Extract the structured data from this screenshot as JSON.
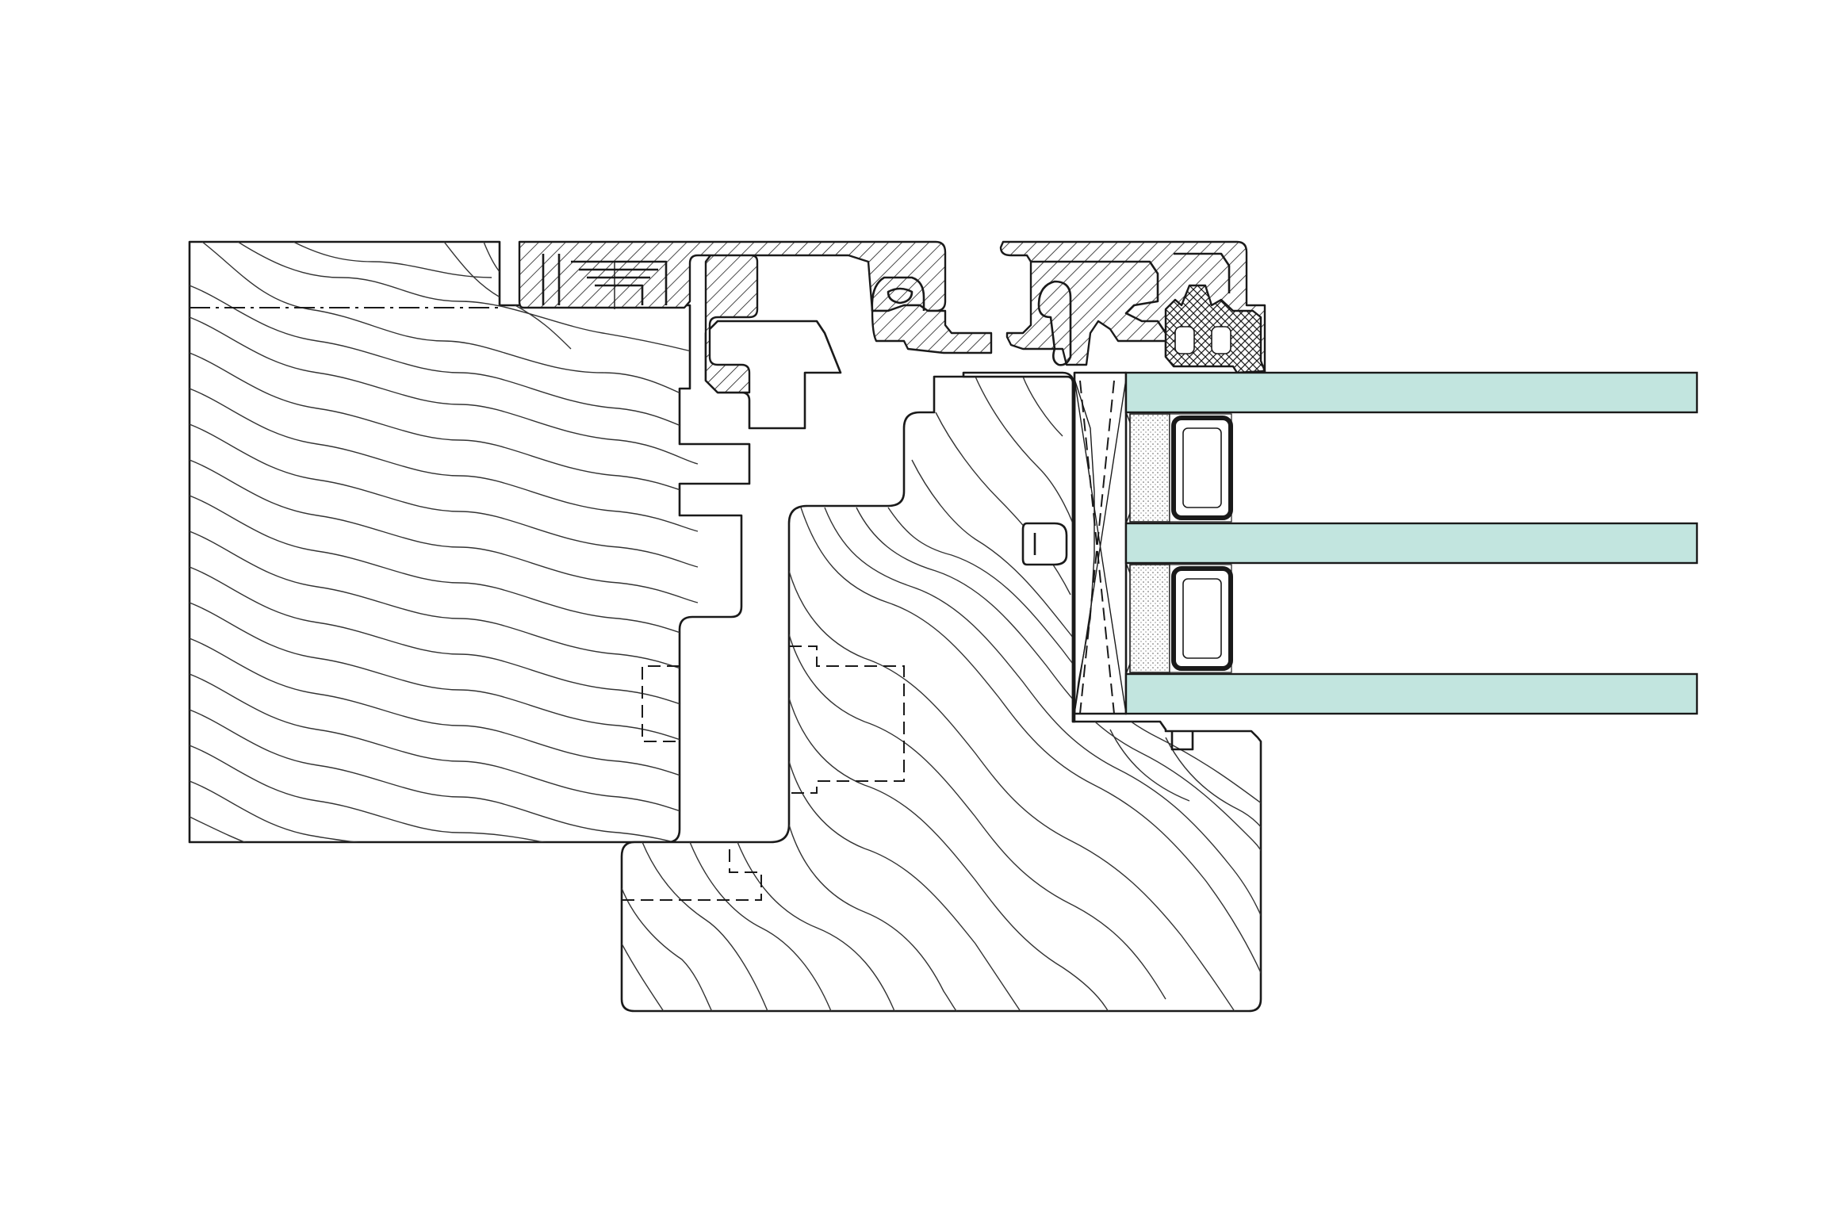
{
  "diagram": {
    "subject": "window-frame-cross-section",
    "colors": {
      "background": "#ffffff",
      "line": "#1a1a1a",
      "glass": "#c2e5df",
      "glass_edge": "#1a1a1a"
    },
    "glass_panes": 3,
    "cavities": 2,
    "components": [
      "wood-frame-outer",
      "wood-sash-lower",
      "wood-glazing-bead",
      "aluminium-cover-profile-left",
      "aluminium-cover-profile-right",
      "epdm-gasket",
      "glass-pane",
      "warm-edge-spacer",
      "setting-block",
      "hardware-groove"
    ]
  }
}
